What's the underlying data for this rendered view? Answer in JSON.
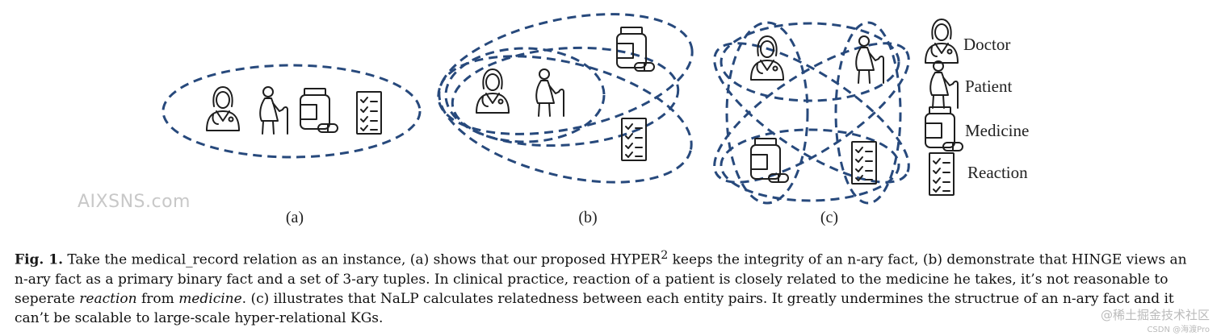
{
  "panels": [
    "(a)",
    "(b)",
    "(c)"
  ],
  "legend": [
    {
      "icon": "doctor-icon",
      "label": "Doctor"
    },
    {
      "icon": "patient-icon",
      "label": "Patient"
    },
    {
      "icon": "medicine-icon",
      "label": "Medicine"
    },
    {
      "icon": "reaction-icon",
      "label": "Reaction"
    }
  ],
  "watermark": "AIXSNS.com",
  "caption": {
    "fig": "Fig. 1.",
    "p1": " Take the medical_record relation as an instance, (a) shows that our proposed HYPER",
    "sup": "2",
    "p2": " keeps the integrity of an n-ary fact, (b) demonstrate that HINGE views an n-ary fact as a primary binary fact and a set of 3-ary tuples. In clinical practice, reaction of a patient is closely related to the medicine he takes, it’s not reasonable to seperate ",
    "em1": "reaction",
    "p3": " from ",
    "em2": "medicine",
    "p4": ". (c) illustrates that NaLP calculates relatedness between each entity pairs. It greatly undermines the structrue of an n-ary fact and it can’t be scalable to large-scale hyper-relational KGs."
  },
  "credits": {
    "site": "@稀土掘金技术社区",
    "author": "CSDN @海渡Pro"
  }
}
